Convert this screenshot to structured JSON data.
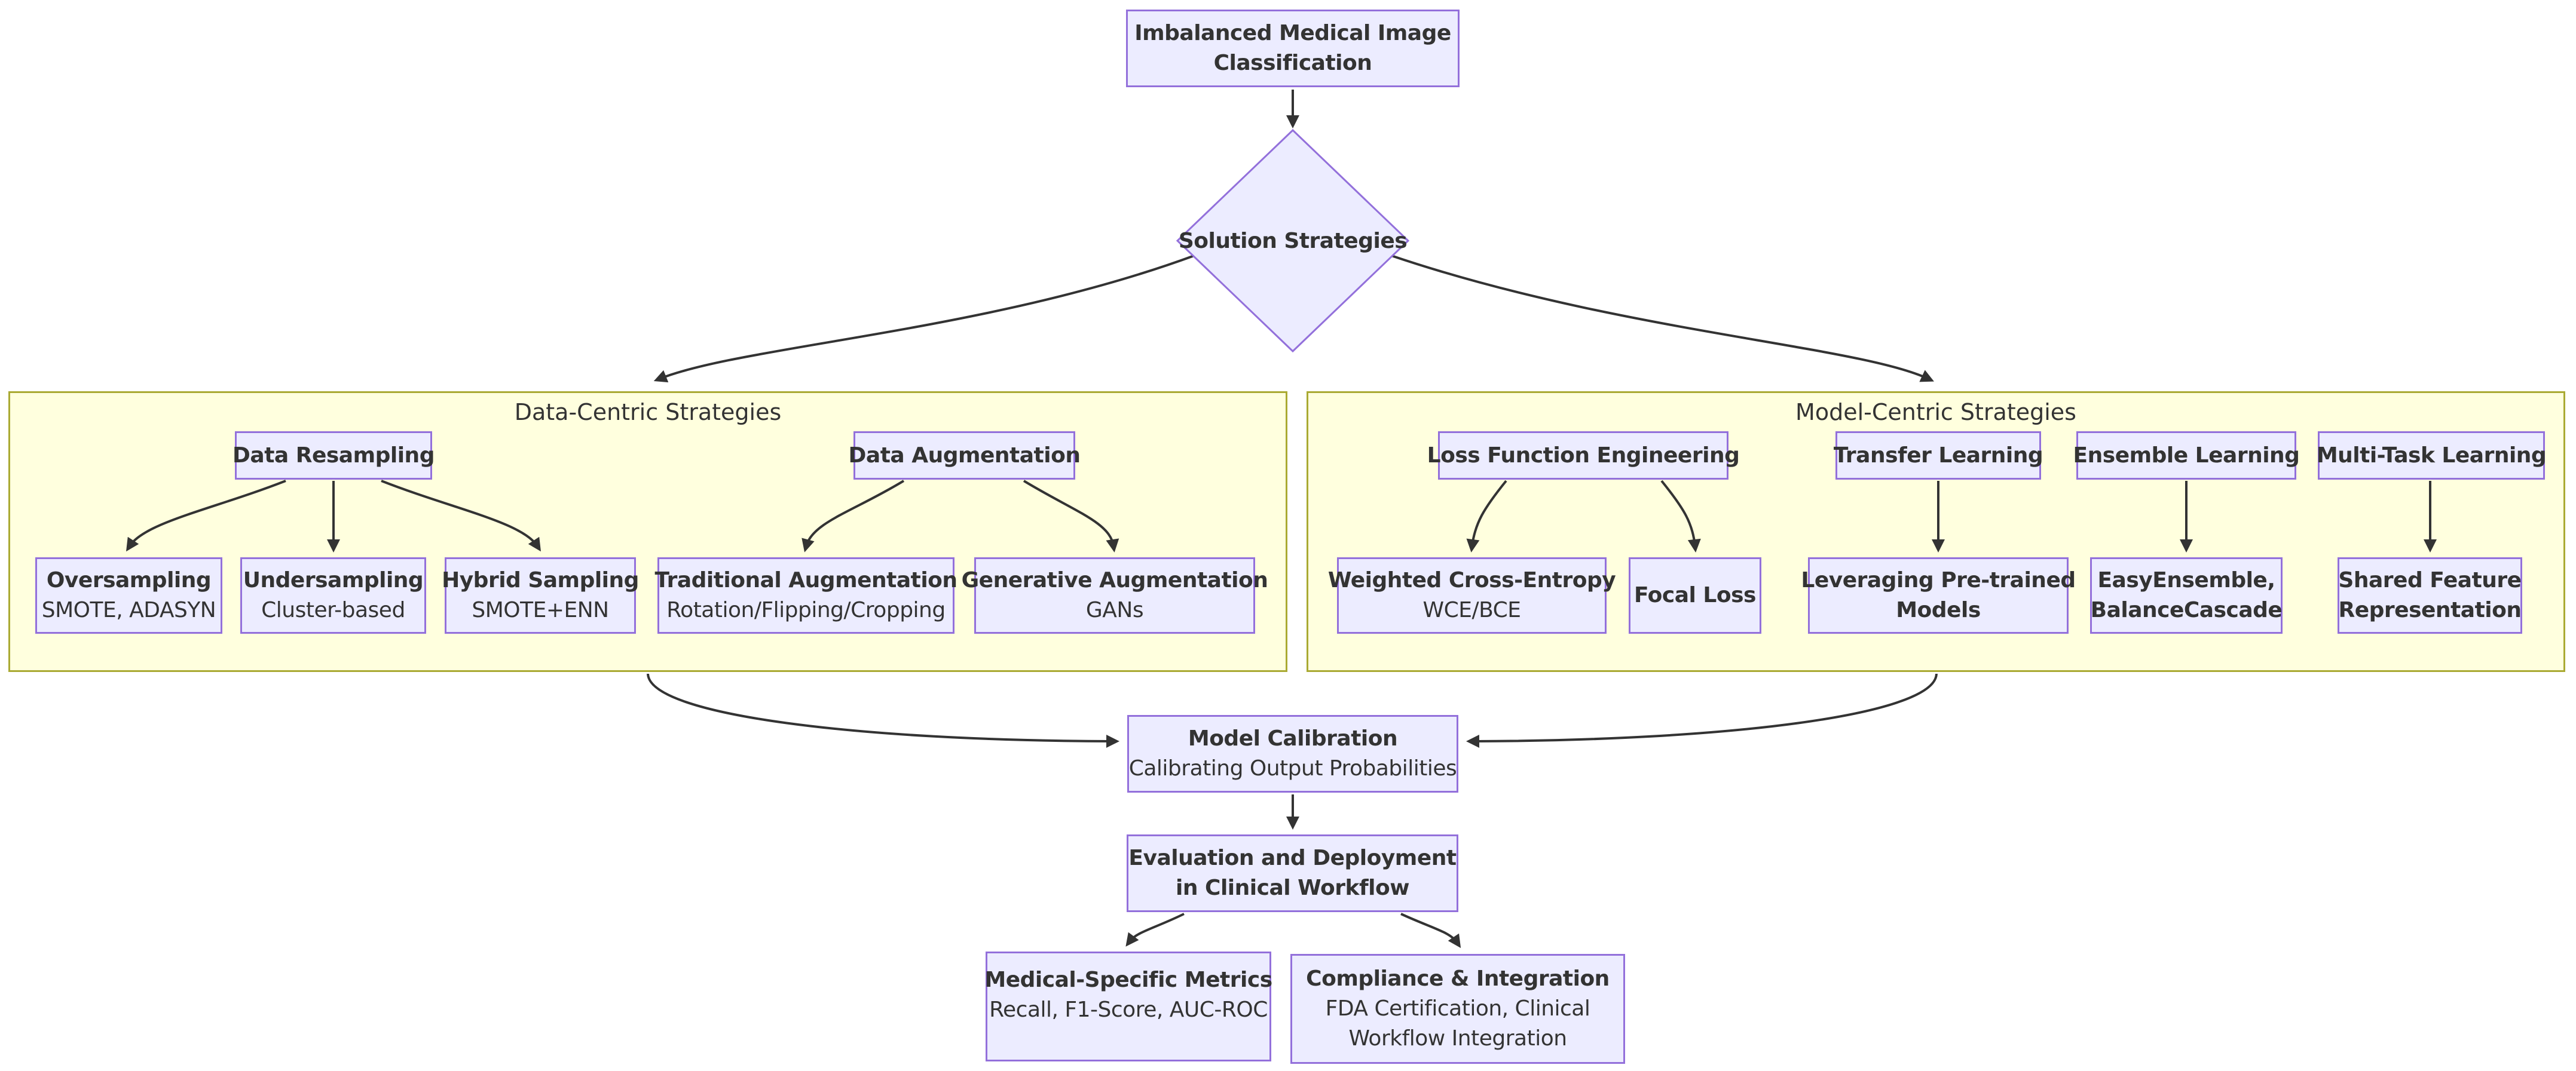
{
  "diagram": {
    "colors": {
      "node_fill": "#ECECFF",
      "node_border": "#9370DB",
      "cluster_fill": "#FFFFDE",
      "cluster_border": "#AAAA33",
      "edge": "#333333",
      "text": "#333333",
      "background": "#FFFFFF"
    },
    "clusters": {
      "data_centric": {
        "title": "Data-Centric Strategies"
      },
      "model_centric": {
        "title": "Model-Centric Strategies"
      }
    },
    "nodes": {
      "root": {
        "lines": [
          "Imbalanced Medical Image",
          "Classification"
        ]
      },
      "decision": {
        "label": "Solution Strategies"
      },
      "data_resampling": {
        "lines": [
          "Data Resampling"
        ]
      },
      "data_augmentation": {
        "lines": [
          "Data Augmentation"
        ]
      },
      "oversampling": {
        "lines": [
          "Oversampling",
          "SMOTE, ADASYN"
        ]
      },
      "undersampling": {
        "lines": [
          "Undersampling",
          "Cluster-based"
        ]
      },
      "hybrid_sampling": {
        "lines": [
          "Hybrid Sampling",
          "SMOTE+ENN"
        ]
      },
      "traditional_augmentation": {
        "lines": [
          "Traditional Augmentation",
          "Rotation/Flipping/Cropping"
        ]
      },
      "generative_augmentation": {
        "lines": [
          "Generative Augmentation",
          "GANs"
        ]
      },
      "loss_function_engineering": {
        "lines": [
          "Loss Function Engineering"
        ]
      },
      "transfer_learning": {
        "lines": [
          "Transfer Learning"
        ]
      },
      "ensemble_learning": {
        "lines": [
          "Ensemble Learning"
        ]
      },
      "multi_task_learning": {
        "lines": [
          "Multi-Task Learning"
        ]
      },
      "weighted_cross_entropy": {
        "lines": [
          "Weighted Cross-Entropy",
          "WCE/BCE"
        ]
      },
      "focal_loss": {
        "lines": [
          "Focal Loss"
        ]
      },
      "pretrained_models": {
        "lines": [
          "Leveraging Pre-trained",
          "Models"
        ]
      },
      "easy_ensemble": {
        "lines": [
          "EasyEnsemble,",
          "BalanceCascade"
        ]
      },
      "shared_feature": {
        "lines": [
          "Shared Feature",
          "Representation"
        ]
      },
      "model_calibration": {
        "lines": [
          "Model Calibration",
          "Calibrating Output Probabilities"
        ]
      },
      "evaluation_deployment": {
        "lines": [
          "Evaluation and Deployment",
          "in Clinical Workflow"
        ]
      },
      "medical_metrics": {
        "lines": [
          "Medical-Specific Metrics",
          "Recall, F1-Score, AUC-ROC"
        ]
      },
      "compliance_integration": {
        "lines": [
          "Compliance & Integration",
          "FDA Certification, Clinical",
          "Workflow Integration"
        ]
      }
    }
  }
}
